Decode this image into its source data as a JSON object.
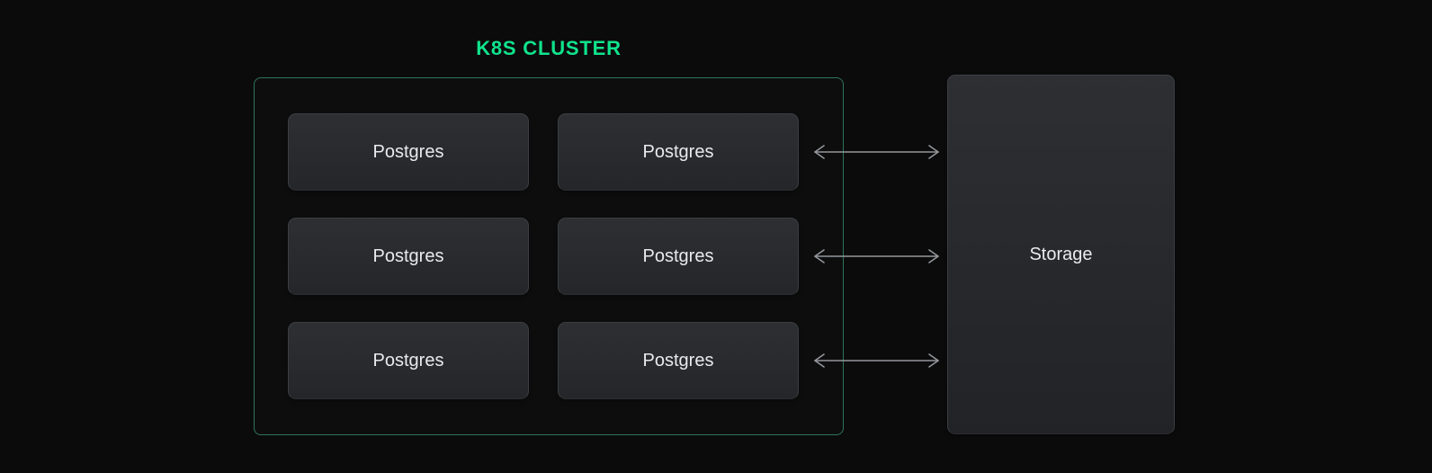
{
  "canvas": {
    "background_color": "#0b0b0c"
  },
  "cluster": {
    "title": "K8S CLUSTER",
    "title_color": "#10e38c",
    "border_color": "#2e7556",
    "nodes": [
      "Postgres",
      "Postgres",
      "Postgres",
      "Postgres",
      "Postgres",
      "Postgres"
    ]
  },
  "storage": {
    "label": "Storage"
  },
  "connections": {
    "type": "bidirectional-arrow",
    "count": 3,
    "color": "#94979c",
    "from": "Postgres",
    "to": "Storage"
  }
}
